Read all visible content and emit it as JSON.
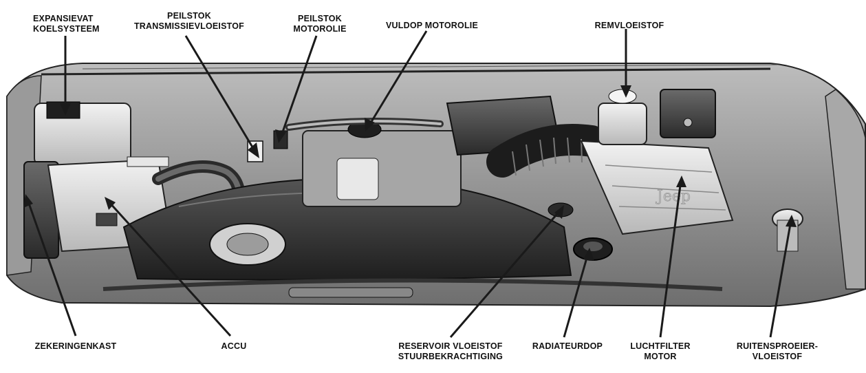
{
  "labels": {
    "expansion_tank": [
      "EXPANSIEVAT",
      "KOELSYSTEEM"
    ],
    "dipstick_transmission": [
      "PEILSTOK",
      "TRANSMISSIEVLOEISTOF"
    ],
    "dipstick_engine_oil": [
      "PEILSTOK",
      "MOTOROLIE"
    ],
    "oil_filler_cap": [
      "VULDOP MOTOROLIE"
    ],
    "brake_fluid": [
      "REMVLOEISTOF"
    ],
    "fuse_box": [
      "ZEKERINGENKAST"
    ],
    "battery": [
      "ACCU"
    ],
    "power_steering_reservoir": [
      "RESERVOIR VLOEISTOF",
      "STUURBEKRACHTIGING"
    ],
    "radiator_cap": [
      "RADIATEURDOP"
    ],
    "air_filter": [
      "LUCHTFILTER",
      "MOTOR"
    ],
    "washer_fluid": [
      "RUITENSPROEIER-",
      "VLOEISTOF"
    ]
  },
  "colors": {
    "ink": "#111111",
    "line": "#1a1a1a",
    "engine_dark": "#3a3a3a",
    "engine_mid": "#8a8a8a",
    "engine_light": "#d4d4d4"
  }
}
